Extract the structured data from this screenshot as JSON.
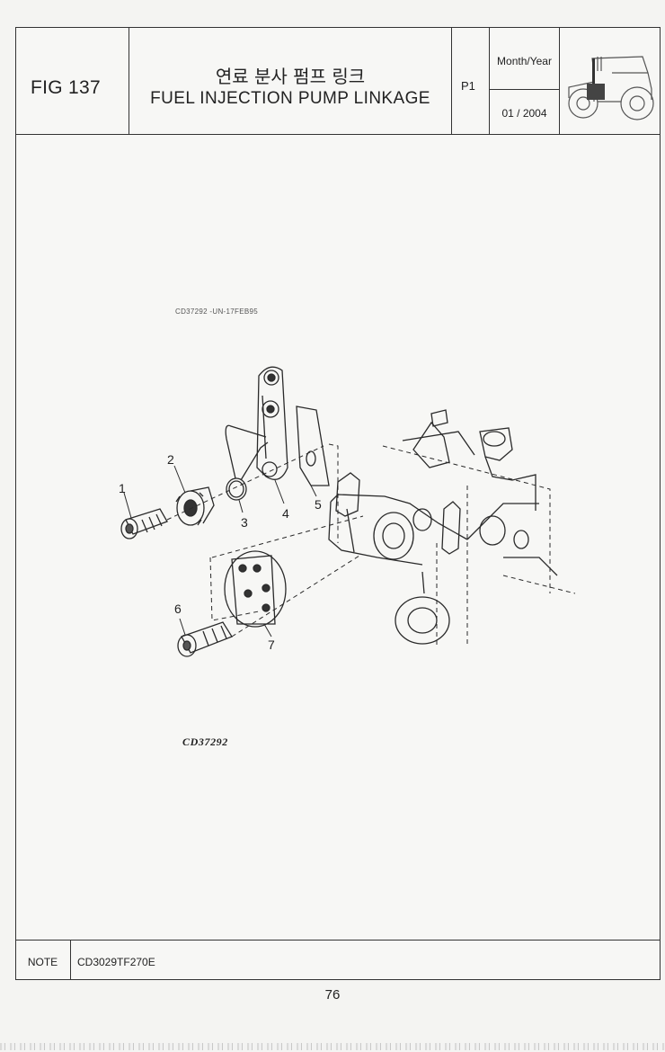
{
  "header": {
    "fig_label": "FIG 137",
    "title_ko": "연료 분사 펌프 링크",
    "title_en": "FUEL INJECTION PUMP LINKAGE",
    "page_label": "P1",
    "date_heading": "Month/Year",
    "date_value": "01 / 2004",
    "icon": "tractor-icon"
  },
  "drawing": {
    "ref_small": "CD37292        -UN-17FEB95",
    "ref_code": "CD37292",
    "callouts": [
      "1",
      "2",
      "3",
      "4",
      "5",
      "6",
      "7"
    ]
  },
  "note": {
    "label": "NOTE",
    "text": "CD3029TF270E"
  },
  "page_number": "76"
}
